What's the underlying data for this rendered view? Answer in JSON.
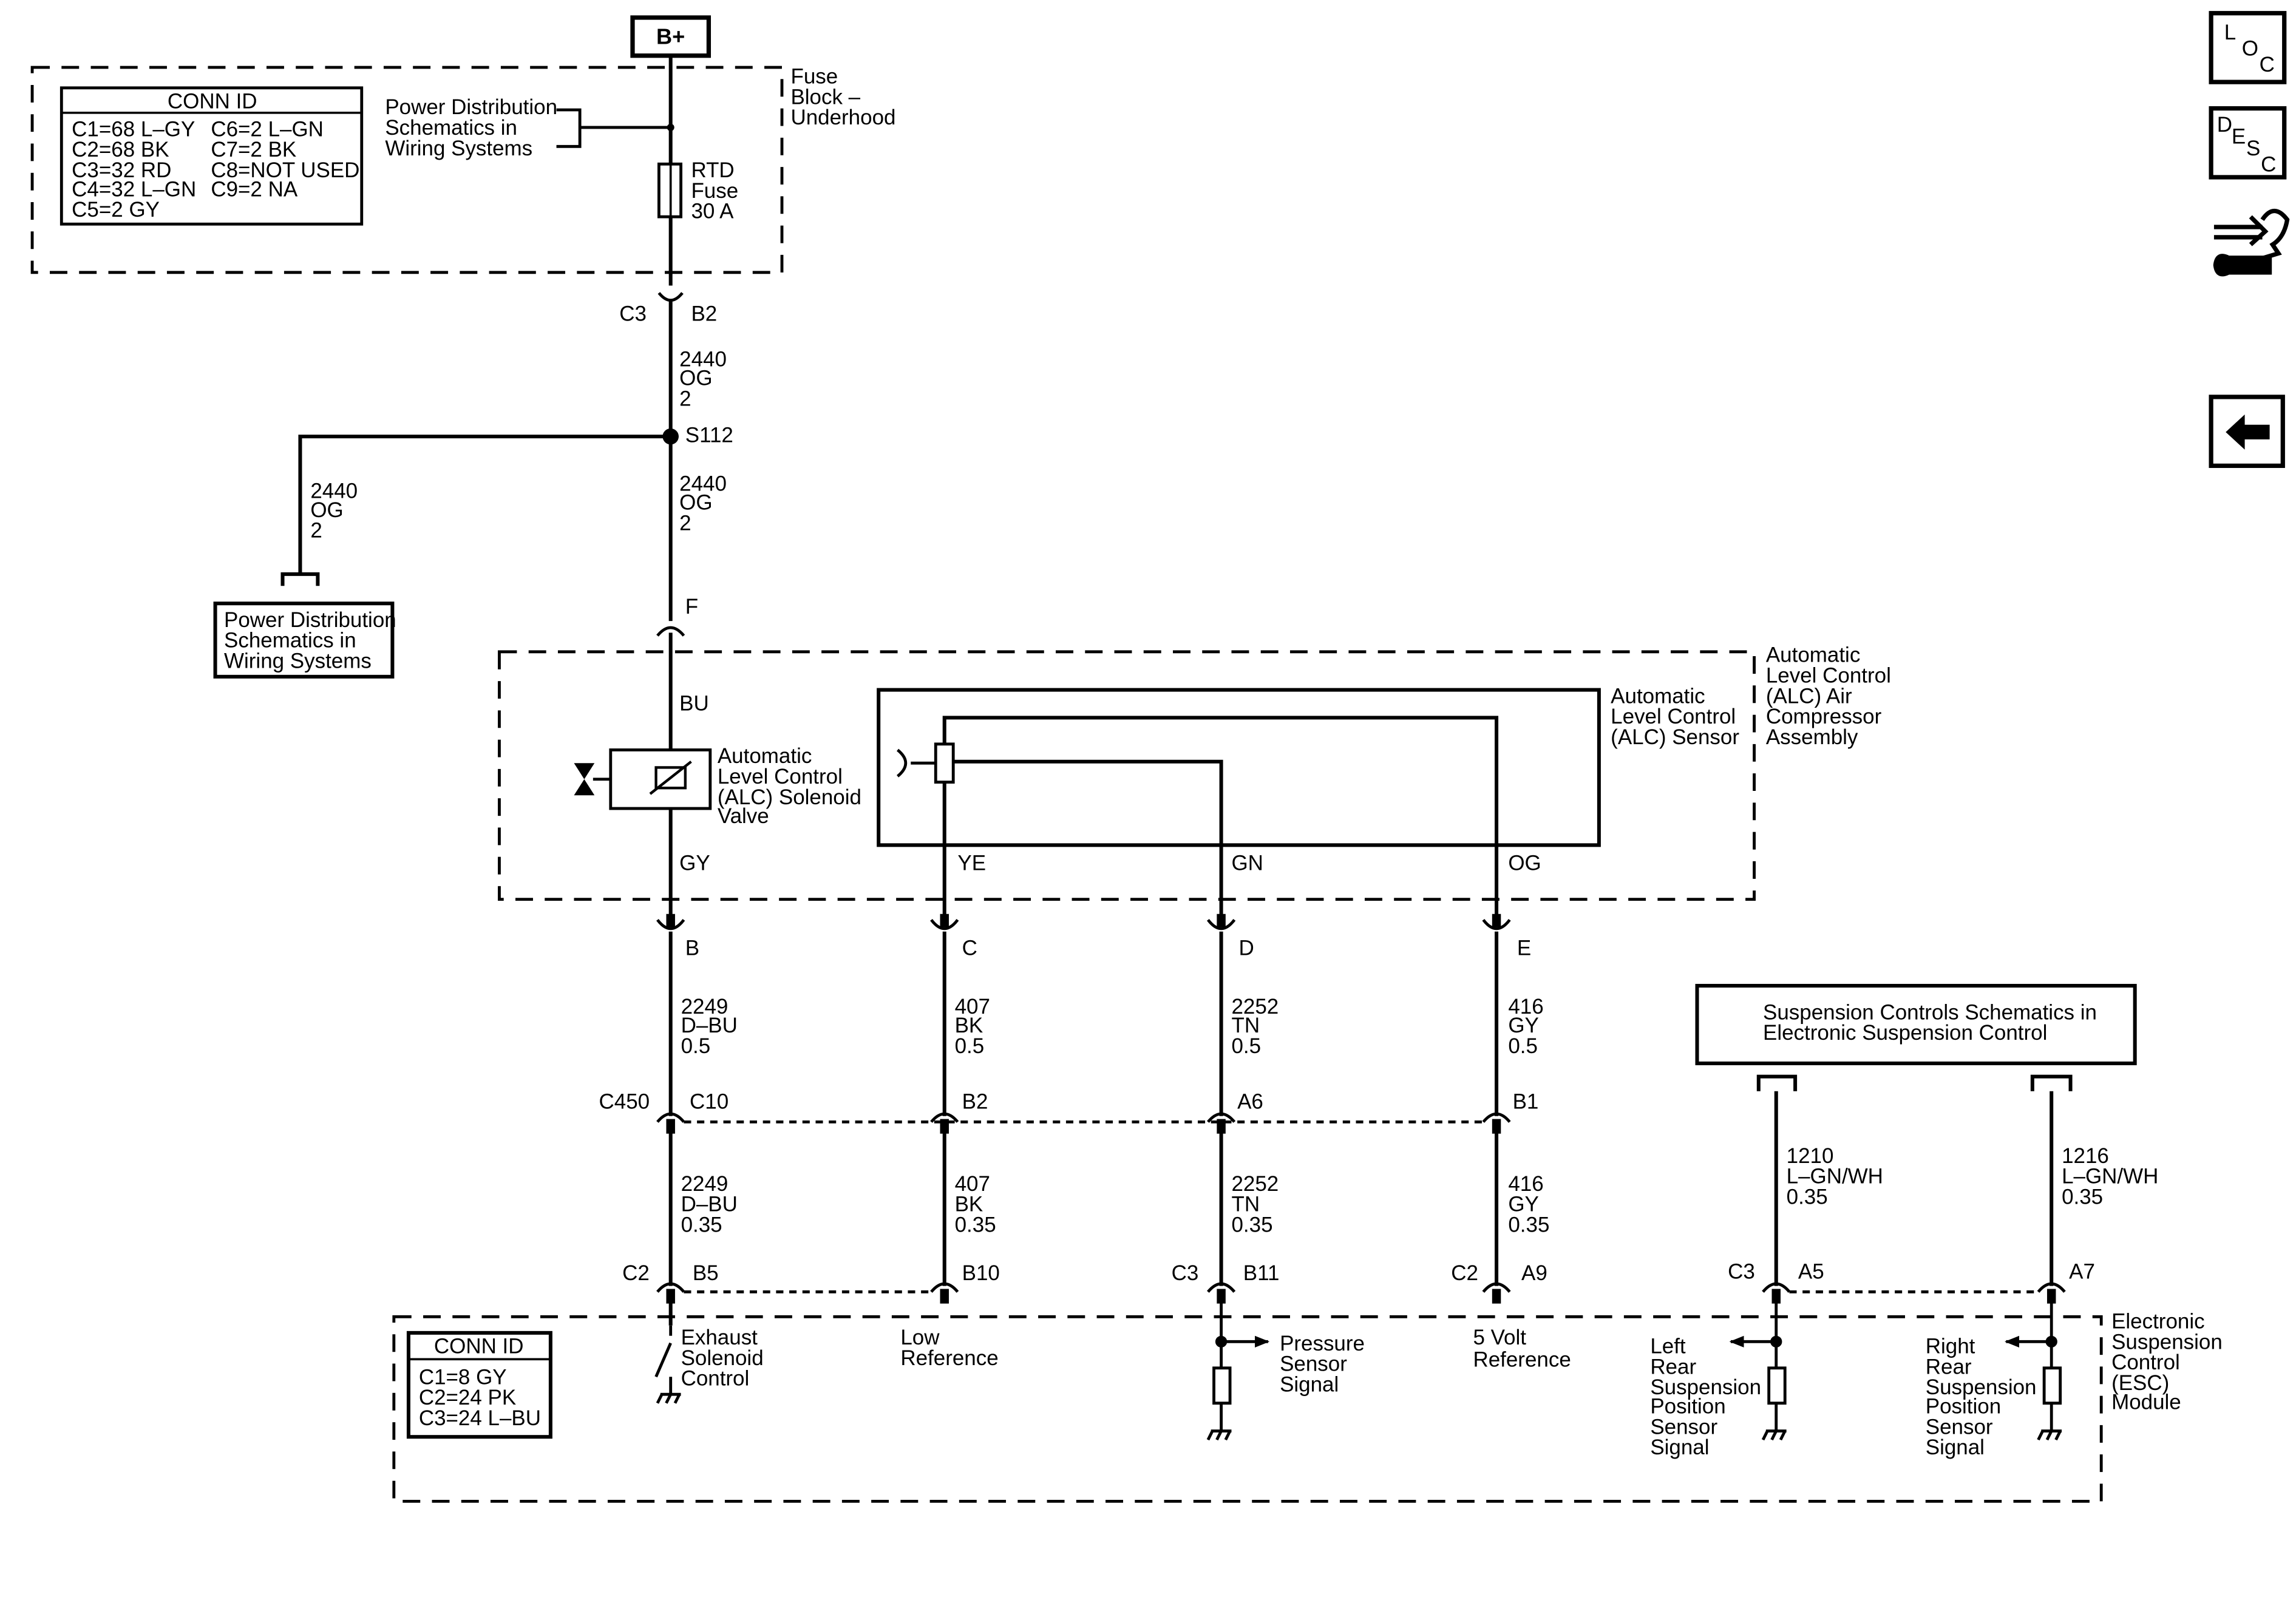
{
  "power": {
    "bplus": "B+"
  },
  "fuse_block": {
    "label": [
      "Fuse",
      "Block –",
      "Underhood"
    ],
    "conn_id": {
      "title": "CONN ID",
      "left": [
        "C1=68 L–GY",
        "C2=68 BK",
        "C3=32 RD",
        "C4=32 L–GN",
        "C5=2 GY"
      ],
      "right": [
        "C6=2 L–GN",
        "C7=2 BK",
        "C8=NOT USED",
        "C9=2 NA"
      ]
    },
    "pd_ref": [
      "Power Distribution",
      "Schematics in",
      "Wiring Systems"
    ],
    "fuse": [
      "RTD",
      "Fuse",
      "30 A"
    ],
    "connector": "C3",
    "pin": "B2"
  },
  "feed": {
    "wire_upper": [
      "2440",
      "OG",
      "2"
    ],
    "splice": "S112",
    "wire_lower": [
      "2440",
      "OG",
      "2"
    ],
    "branch_wire": [
      "2440",
      "OG",
      "2"
    ],
    "branch_ref": [
      "Power Distribution",
      "Schematics in",
      "Wiring Systems"
    ]
  },
  "compressor": {
    "label": [
      "Automatic",
      "Level Control",
      "(ALC) Air",
      "Compressor",
      "Assembly"
    ],
    "pin_f": "F",
    "bu": "BU",
    "solenoid": [
      "Automatic",
      "Level Control",
      "(ALC) Solenoid",
      "Valve"
    ],
    "sensor": [
      "Automatic",
      "Level Control",
      "(ALC) Sensor"
    ],
    "colors": [
      "GY",
      "YE",
      "GN",
      "OG"
    ],
    "pins": [
      "B",
      "C",
      "D",
      "E"
    ]
  },
  "harness_upper": [
    [
      "2249",
      "D–BU",
      "0.5"
    ],
    [
      "407",
      "BK",
      "0.5"
    ],
    [
      "2252",
      "TN",
      "0.5"
    ],
    [
      "416",
      "GY",
      "0.5"
    ]
  ],
  "c450": {
    "name": "C450",
    "pins": [
      "C10",
      "B2",
      "A6",
      "B1"
    ]
  },
  "harness_lower": [
    [
      "2249",
      "D–BU",
      "0.35"
    ],
    [
      "407",
      "BK",
      "0.35"
    ],
    [
      "2252",
      "TN",
      "0.35"
    ],
    [
      "416",
      "GY",
      "0.35"
    ]
  ],
  "esc_ref": {
    "box": [
      "Suspension Controls Schematics in",
      "Electronic Suspension Control"
    ],
    "wire_left": [
      "1210",
      "L–GN/WH",
      "0.35"
    ],
    "wire_right": [
      "1216",
      "L–GN/WH",
      "0.35"
    ]
  },
  "esc_module": {
    "label": [
      "Electronic",
      "Suspension",
      "Control",
      "(ESC)",
      "Module"
    ],
    "conn_id": {
      "title": "CONN ID",
      "rows": [
        "C1=8 GY",
        "C2=24 PK",
        "C3=24 L–BU"
      ]
    },
    "connectors": {
      "c2a": "C2",
      "b5": "B5",
      "b10": "B10",
      "c3a": "C3",
      "b11": "B11",
      "c2b": "C2",
      "a9": "A9",
      "c3b": "C3",
      "a5": "A5",
      "a7": "A7"
    },
    "functions": {
      "exhaust": [
        "Exhaust",
        "Solenoid",
        "Control"
      ],
      "low_ref": [
        "Low",
        "Reference"
      ],
      "pressure": [
        "Pressure",
        "Sensor",
        "Signal"
      ],
      "five_volt": [
        "5 Volt",
        "Reference"
      ],
      "left_rear": [
        "Left",
        "Rear",
        "Suspension",
        "Position",
        "Sensor",
        "Signal"
      ],
      "right_rear": [
        "Right",
        "Rear",
        "Suspension",
        "Position",
        "Sensor",
        "Signal"
      ]
    }
  },
  "nav": {
    "loc": [
      "L",
      "O",
      "C"
    ],
    "desc": [
      "D",
      "E",
      "S",
      "C"
    ],
    "connector_icon": "connector-end-view-icon",
    "back_icon": "back-arrow-icon"
  }
}
